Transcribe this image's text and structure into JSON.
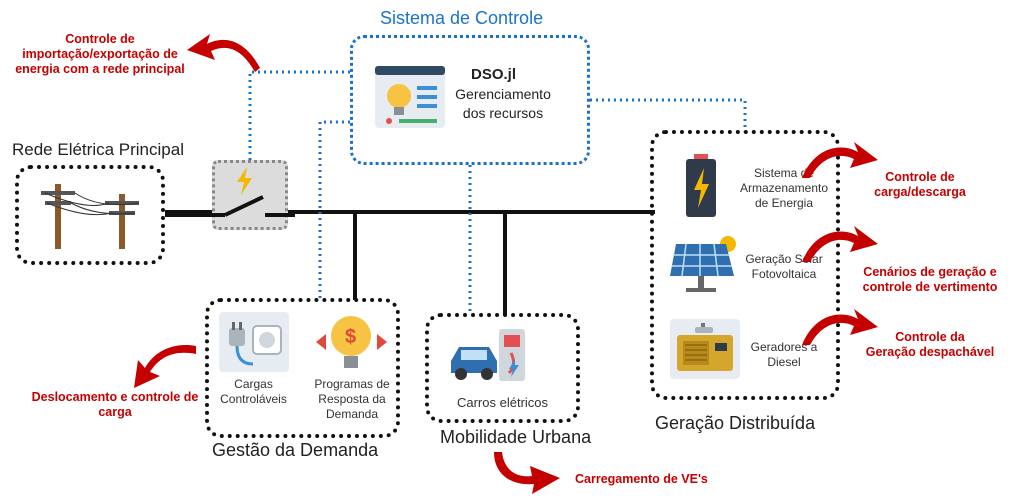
{
  "control_system": {
    "title": "Sistema de Controle",
    "name": "DSO.jl",
    "desc_line1": "Gerenciamento",
    "desc_line2": "dos recursos"
  },
  "grid": {
    "title": "Rede Elétrica Principal"
  },
  "demand": {
    "title": "Gestão da Demanda",
    "item1_l1": "Cargas",
    "item1_l2": "Controláveis",
    "item2_l1": "Programas de",
    "item2_l2": "Resposta da",
    "item2_l3": "Demanda"
  },
  "mobility": {
    "title": "Mobilidade Urbana",
    "item": "Carros elétricos"
  },
  "distributed": {
    "title": "Geração Distribuída",
    "storage_l1": "Sistema de",
    "storage_l2": "Armazenamento",
    "storage_l3": "de Energia",
    "solar_l1": "Geração Solar",
    "solar_l2": "Fotovoltaica",
    "diesel_l1": "Geradores a",
    "diesel_l2": "Diesel"
  },
  "annotations": {
    "import_export_l1": "Controle de",
    "import_export_l2": "importação/exportação de",
    "import_export_l3": "energia com a rede principal",
    "charge_l1": "Controle de",
    "charge_l2": "carga/descarga",
    "solar_l1": "Cenários de geração e",
    "solar_l2": "controle de vertimento",
    "dispatch_l1": "Controle da",
    "dispatch_l2": "Geração despachável",
    "load_l1": "Deslocamento e controle de",
    "load_l2": "carga",
    "ev": "Carregamento de VE's"
  },
  "colors": {
    "annotation_red": "#c40000",
    "control_blue": "#1a73c8",
    "bus_black": "#111111"
  }
}
